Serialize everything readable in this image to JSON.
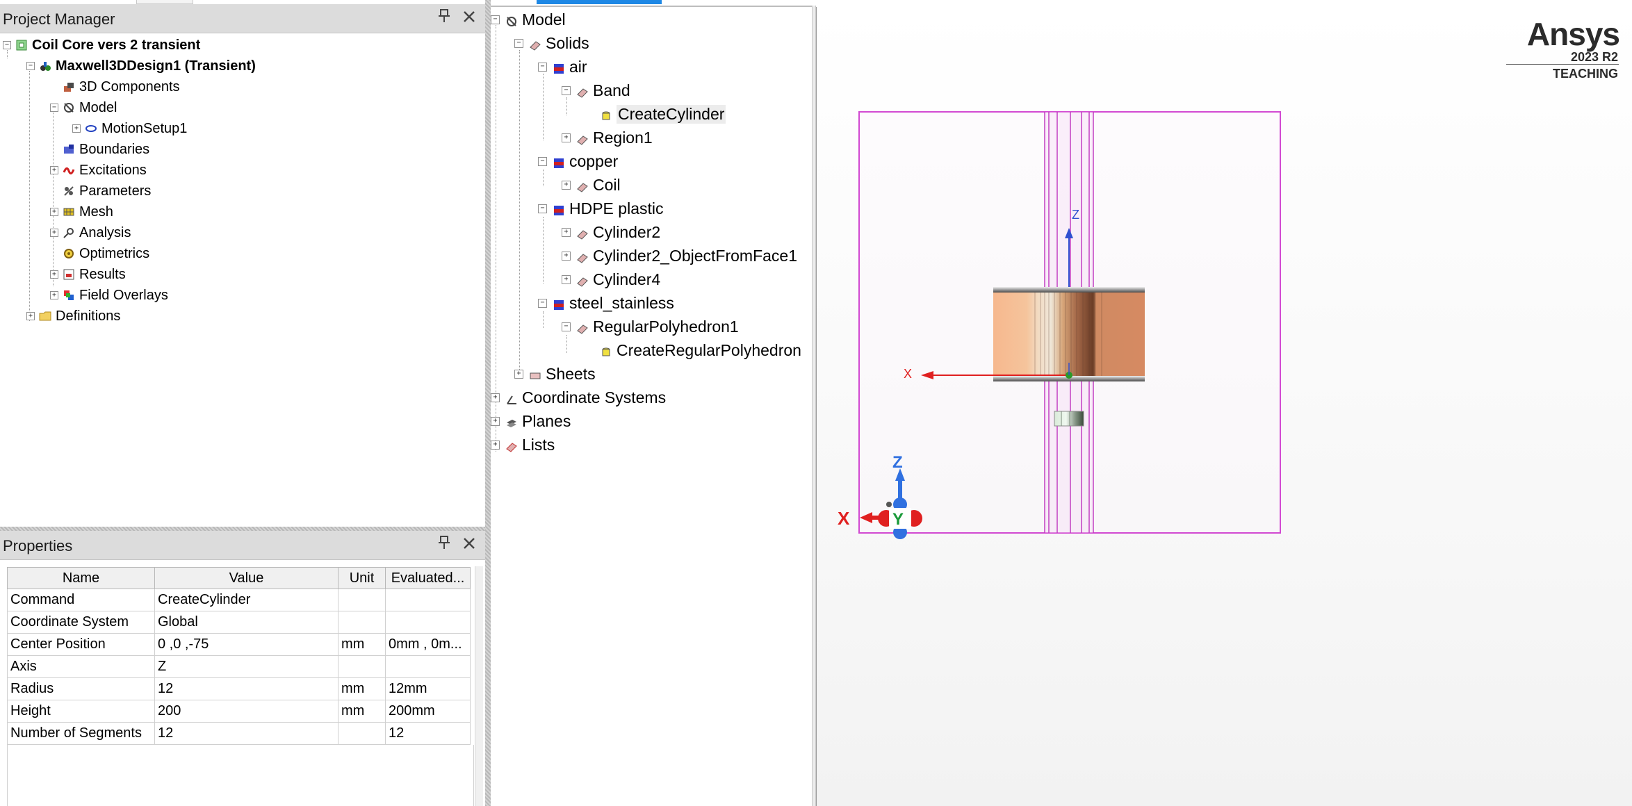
{
  "project_manager": {
    "title": "Project Manager",
    "pin_glyph": "📌",
    "close_glyph": "✕",
    "project_name": "Coil Core vers 2 transient",
    "design_name": "Maxwell3DDesign1 (Transient)",
    "items": [
      "3D Components",
      "Model",
      "MotionSetup1",
      "Boundaries",
      "Excitations",
      "Parameters",
      "Mesh",
      "Analysis",
      "Optimetrics",
      "Results",
      "Field Overlays",
      "Definitions"
    ]
  },
  "properties": {
    "title": "Properties",
    "columns": [
      "Name",
      "Value",
      "Unit",
      "Evaluated..."
    ],
    "rows": [
      [
        "Command",
        "CreateCylinder",
        "",
        ""
      ],
      [
        "Coordinate System",
        "Global",
        "",
        ""
      ],
      [
        "Center Position",
        "0 ,0 ,-75",
        "mm",
        "0mm , 0m..."
      ],
      [
        "Axis",
        "Z",
        "",
        ""
      ],
      [
        "Radius",
        "12",
        "mm",
        "12mm"
      ],
      [
        "Height",
        "200",
        "mm",
        "200mm"
      ],
      [
        "Number of Segments",
        "12",
        "",
        "12"
      ]
    ]
  },
  "model_tree": {
    "model": "Model",
    "solids": "Solids",
    "air": "air",
    "band": "Band",
    "create_cylinder": "CreateCylinder",
    "region1": "Region1",
    "copper": "copper",
    "coil": "Coil",
    "hdpe": "HDPE plastic",
    "cylinder2": "Cylinder2",
    "cylinder2_face": "Cylinder2_ObjectFromFace1",
    "cylinder4": "Cylinder4",
    "steel": "steel_stainless",
    "polyhedron": "RegularPolyhedron1",
    "create_polyhedron": "CreateRegularPolyhedron",
    "sheets": "Sheets",
    "coord_systems": "Coordinate Systems",
    "planes": "Planes",
    "lists": "Lists"
  },
  "viewport": {
    "brand": "Ansys",
    "version": "2023 R2",
    "edition": "TEACHING",
    "axis_z": "Z",
    "axis_x": "X",
    "triad_z": "Z",
    "triad_x": "X",
    "triad_y": "Y"
  },
  "colors": {
    "region_outline": "#d24ad2",
    "x_axis": "#e02020",
    "z_axis": "#3050d0",
    "coil_copper": "#e8a47a"
  }
}
